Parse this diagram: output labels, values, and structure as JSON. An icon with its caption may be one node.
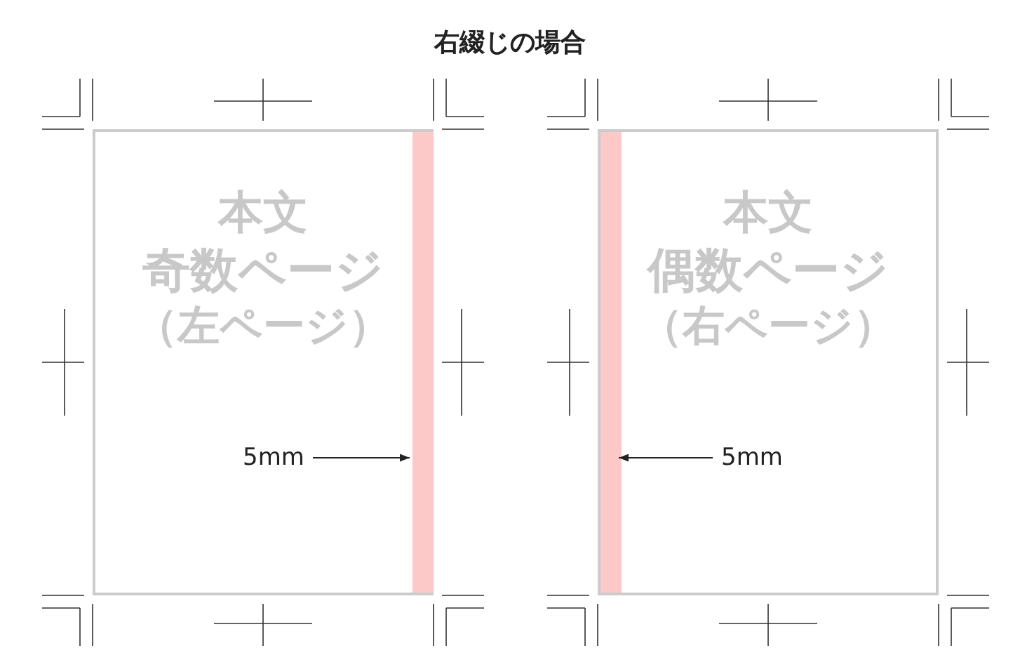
{
  "diagram": {
    "title": "右綴じの場合",
    "nodes": [
      {
        "text": [
          "本文",
          "奇数ページ",
          "（左ページ）"
        ]
      },
      {
        "text": [],
        "shape": "bar",
        "in": 0
      },
      {
        "text": [
          "5mm"
        ],
        "in": 0
      },
      {
        "text": [
          "本文",
          "偶数ページ",
          "（右ページ）"
        ]
      },
      {
        "text": [],
        "shape": "bar",
        "in": 3
      },
      {
        "text": [
          "5mm"
        ],
        "in": 3
      }
    ],
    "edges": [
      {
        "from": 2,
        "to": 1,
        "arrow": "to"
      },
      {
        "from": 5,
        "to": 4,
        "arrow": "to"
      }
    ]
  }
}
